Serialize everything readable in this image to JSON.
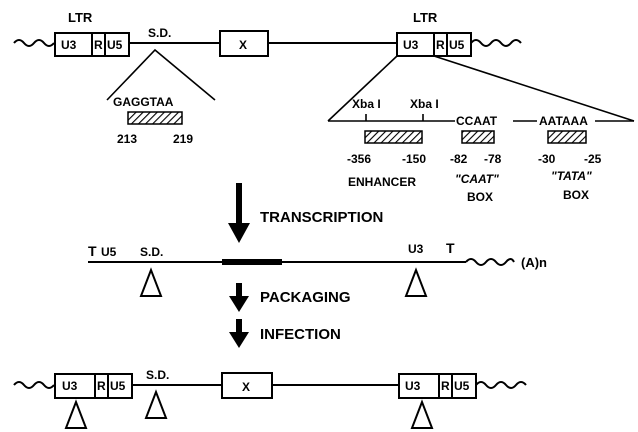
{
  "top_provirus": {
    "ltr_left_label": "LTR",
    "ltr_right_label": "LTR",
    "u3": "U3",
    "r": "R",
    "u5": "U5",
    "sd": "S.D.",
    "x": "X"
  },
  "splice_detail": {
    "sequence": "GAGGTAA",
    "start": "213",
    "end": "219"
  },
  "ltr_detail": {
    "xba1": "Xba I",
    "xba2": "Xba I",
    "ccaat": "CCAAT",
    "aataaa": "AATAAA",
    "enhancer_start": "-356",
    "enhancer_end": "-150",
    "caat_start": "-82",
    "caat_end": "-78",
    "tata_start": "-30",
    "tata_end": "-25",
    "enhancer_label": "ENHANCER",
    "caat_label_1": "\"CAAT\"",
    "caat_label_2": "BOX",
    "tata_label_1": "\"TATA\"",
    "tata_label_2": "BOX"
  },
  "steps": {
    "transcription": "TRANSCRIPTION",
    "packaging": "PACKAGING",
    "infection": "INFECTION"
  },
  "rna": {
    "u5": "U5",
    "sd": "S.D.",
    "u3": "U3",
    "polya": "(A)n"
  },
  "bottom_provirus": {
    "u3_left": "U3",
    "r_left": "R",
    "u5_left": "U5",
    "sd": "S.D.",
    "x": "X",
    "u3_right": "U3",
    "r_right": "R",
    "u5_right": "U5"
  }
}
